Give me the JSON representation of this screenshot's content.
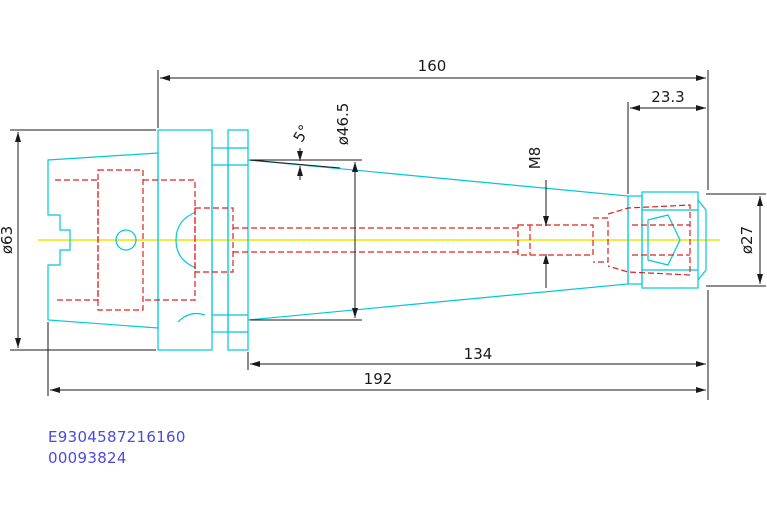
{
  "dimensions": {
    "overall_length": "160",
    "collet_length": "23.3",
    "shank_angle": "5°",
    "shank_diameter": "ø46.5",
    "thread": "M8",
    "nose_diameter": "ø27",
    "flange_diameter": "ø63",
    "gauge_length": "134",
    "total_length": "192"
  },
  "part_codes": {
    "line1": "E9304587216160",
    "line2": "00093824"
  },
  "colors": {
    "outline": "#00c8d8",
    "hidden": "#e02020",
    "centerline": "#e8e800",
    "dimension": "#1a1a1a",
    "code_text": "#4a4ae0"
  }
}
